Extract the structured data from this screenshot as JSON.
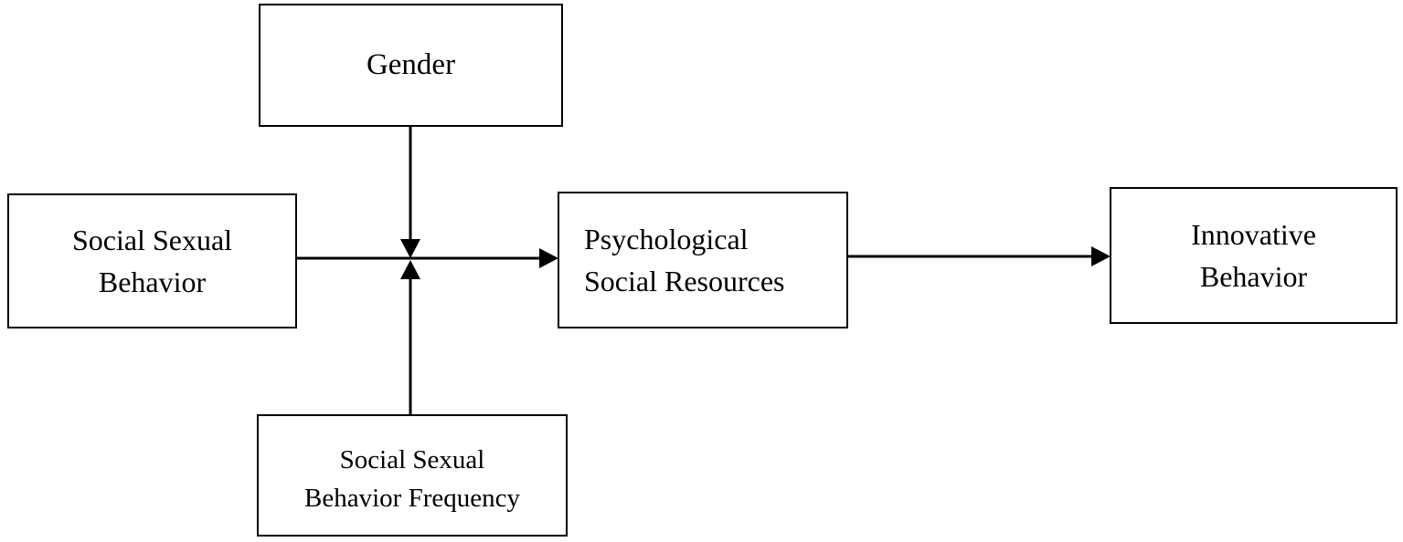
{
  "figure": {
    "kind": "conceptual-model-diagram",
    "boxes": [
      {
        "id": "gender",
        "label": "Gender"
      },
      {
        "id": "social-sexual-behavior",
        "label": "Social Sexual\nBehavior"
      },
      {
        "id": "psychological-social-resources",
        "label": "Psychological\nSocial Resources"
      },
      {
        "id": "innovative-behavior",
        "label": "Innovative\nBehavior"
      },
      {
        "id": "social-sexual-behavior-frequency",
        "label": "Social Sexual\nBehavior Frequency"
      }
    ],
    "edges": [
      {
        "from": "social-sexual-behavior",
        "to": "psychological-social-resources",
        "style": "arrow"
      },
      {
        "from": "psychological-social-resources",
        "to": "innovative-behavior",
        "style": "arrow"
      },
      {
        "from": "gender",
        "to": "path:social-sexual-behavior->psychological-social-resources",
        "style": "arrow-onto-path"
      },
      {
        "from": "social-sexual-behavior-frequency",
        "to": "path:social-sexual-behavior->psychological-social-resources",
        "style": "arrow-onto-path"
      }
    ],
    "colors": {
      "background": "#ffffff",
      "line": "#000000",
      "text": "#000000",
      "box_border": "#000000"
    }
  }
}
